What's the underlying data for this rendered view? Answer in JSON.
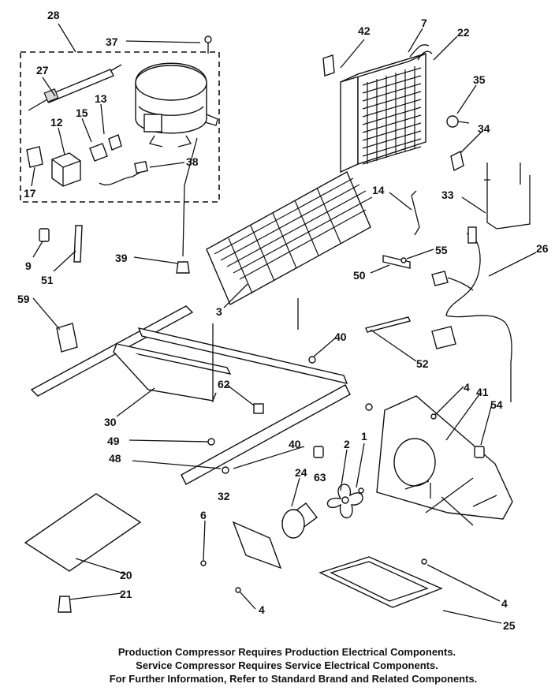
{
  "callouts": [
    "28",
    "37",
    "42",
    "7",
    "22",
    "27",
    "13",
    "15",
    "12",
    "35",
    "34",
    "17",
    "38",
    "33",
    "14",
    "9",
    "51",
    "39",
    "55",
    "50",
    "26",
    "3",
    "59",
    "40",
    "52",
    "62",
    "4",
    "41",
    "54",
    "30",
    "49",
    "40",
    "1",
    "48",
    "2",
    "24",
    "63",
    "32",
    "6",
    "20",
    "21",
    "4",
    "4",
    "25"
  ],
  "notes": [
    "Production Compressor Requires Production Electrical Components.",
    "Service Compressor Requires Service Electrical Components.",
    "For Further Information, Refer to Standard Brand and Related Components."
  ]
}
